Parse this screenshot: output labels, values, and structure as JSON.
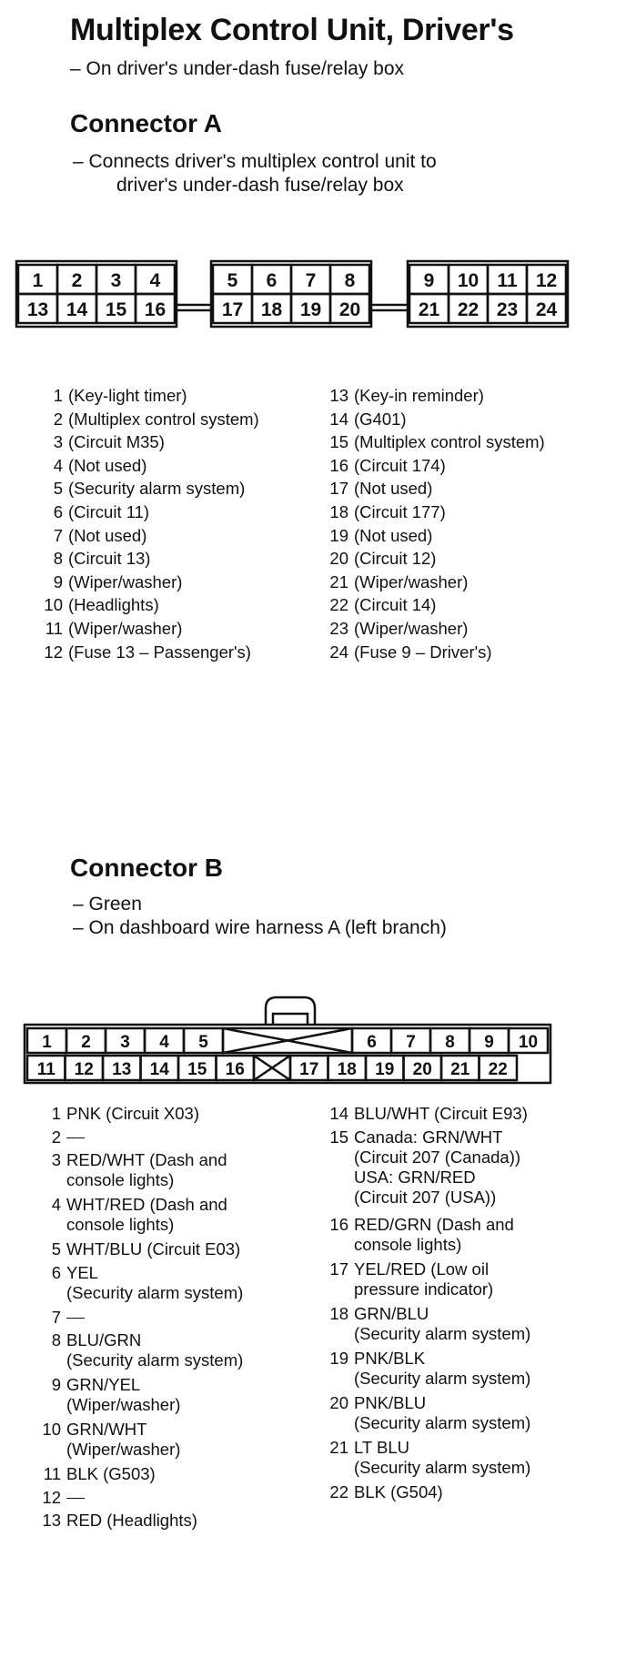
{
  "title": "Multiplex Control Unit, Driver's",
  "location": "– On driver's under-dash fuse/relay box",
  "connector_a": {
    "heading": "Connector A",
    "description_line1": "– Connects driver's multiplex control unit to",
    "description_line2": "driver's under-dash fuse/relay box",
    "top_pins": [
      "1",
      "2",
      "3",
      "4",
      "5",
      "6",
      "7",
      "8",
      "9",
      "10",
      "11",
      "12"
    ],
    "bottom_pins": [
      "13",
      "14",
      "15",
      "16",
      "17",
      "18",
      "19",
      "20",
      "21",
      "22",
      "23",
      "24"
    ],
    "pins_left": [
      {
        "n": "1",
        "t": "(Key-light timer)"
      },
      {
        "n": "2",
        "t": "(Multiplex control system)"
      },
      {
        "n": "3",
        "t": "(Circuit M35)"
      },
      {
        "n": "4",
        "t": "(Not used)"
      },
      {
        "n": "5",
        "t": "(Security alarm system)"
      },
      {
        "n": "6",
        "t": "(Circuit 11)"
      },
      {
        "n": "7",
        "t": "(Not used)"
      },
      {
        "n": "8",
        "t": "(Circuit 13)"
      },
      {
        "n": "9",
        "t": "(Wiper/washer)"
      },
      {
        "n": "10",
        "t": "(Headlights)"
      },
      {
        "n": "11",
        "t": "(Wiper/washer)"
      },
      {
        "n": "12",
        "t": "(Fuse 13 – Passenger's)"
      }
    ],
    "pins_right": [
      {
        "n": "13",
        "t": "(Key-in reminder)"
      },
      {
        "n": "14",
        "t": "(G401)"
      },
      {
        "n": "15",
        "t": "(Multiplex control system)"
      },
      {
        "n": "16",
        "t": "(Circuit 174)"
      },
      {
        "n": "17",
        "t": "(Not used)"
      },
      {
        "n": "18",
        "t": "(Circuit 177)"
      },
      {
        "n": "19",
        "t": "(Not used)"
      },
      {
        "n": "20",
        "t": "(Circuit 12)"
      },
      {
        "n": "21",
        "t": "(Wiper/washer)"
      },
      {
        "n": "22",
        "t": "(Circuit 14)"
      },
      {
        "n": "23",
        "t": "(Wiper/washer)"
      },
      {
        "n": "24",
        "t": "(Fuse 9 – Driver's)"
      }
    ]
  },
  "connector_b": {
    "heading": "Connector B",
    "color_line": "– Green",
    "location_line": "– On dashboard wire harness A (left branch)",
    "top_pins": [
      "1",
      "2",
      "3",
      "4",
      "5",
      "6",
      "7",
      "8",
      "9",
      "10"
    ],
    "bottom_pins": [
      "11",
      "12",
      "13",
      "14",
      "15",
      "16",
      "17",
      "18",
      "19",
      "20",
      "21",
      "22"
    ],
    "pins_left": [
      {
        "n": "1",
        "t": "PNK (Circuit X03)"
      },
      {
        "n": "2",
        "t": ""
      },
      {
        "n": "3",
        "t": "RED/WHT (Dash and\nconsole lights)"
      },
      {
        "n": "4",
        "t": "WHT/RED (Dash and\nconsole lights)"
      },
      {
        "n": "5",
        "t": "WHT/BLU (Circuit E03)"
      },
      {
        "n": "6",
        "t": "YEL\n(Security alarm system)"
      },
      {
        "n": "7",
        "t": ""
      },
      {
        "n": "8",
        "t": "BLU/GRN\n(Security alarm system)"
      },
      {
        "n": "9",
        "t": "GRN/YEL\n(Wiper/washer)"
      },
      {
        "n": "10",
        "t": "GRN/WHT\n(Wiper/washer)"
      },
      {
        "n": "11",
        "t": "BLK (G503)"
      },
      {
        "n": "12",
        "t": ""
      },
      {
        "n": "13",
        "t": "RED (Headlights)"
      }
    ],
    "pins_right": [
      {
        "n": "14",
        "t": "BLU/WHT (Circuit E93)"
      },
      {
        "n": "15",
        "t": "Canada: GRN/WHT\n(Circuit 207 (Canada))\nUSA: GRN/RED\n(Circuit 207 (USA))"
      },
      {
        "n": "16",
        "t": "RED/GRN (Dash and\nconsole lights)"
      },
      {
        "n": "17",
        "t": "YEL/RED (Low oil\npressure indicator)"
      },
      {
        "n": "18",
        "t": "GRN/BLU\n(Security alarm system)"
      },
      {
        "n": "19",
        "t": "PNK/BLK\n(Security alarm system)"
      },
      {
        "n": "20",
        "t": "PNK/BLU\n(Security alarm system)"
      },
      {
        "n": "21",
        "t": "LT BLU\n(Security alarm system)"
      },
      {
        "n": "22",
        "t": "BLK (G504)"
      }
    ]
  }
}
